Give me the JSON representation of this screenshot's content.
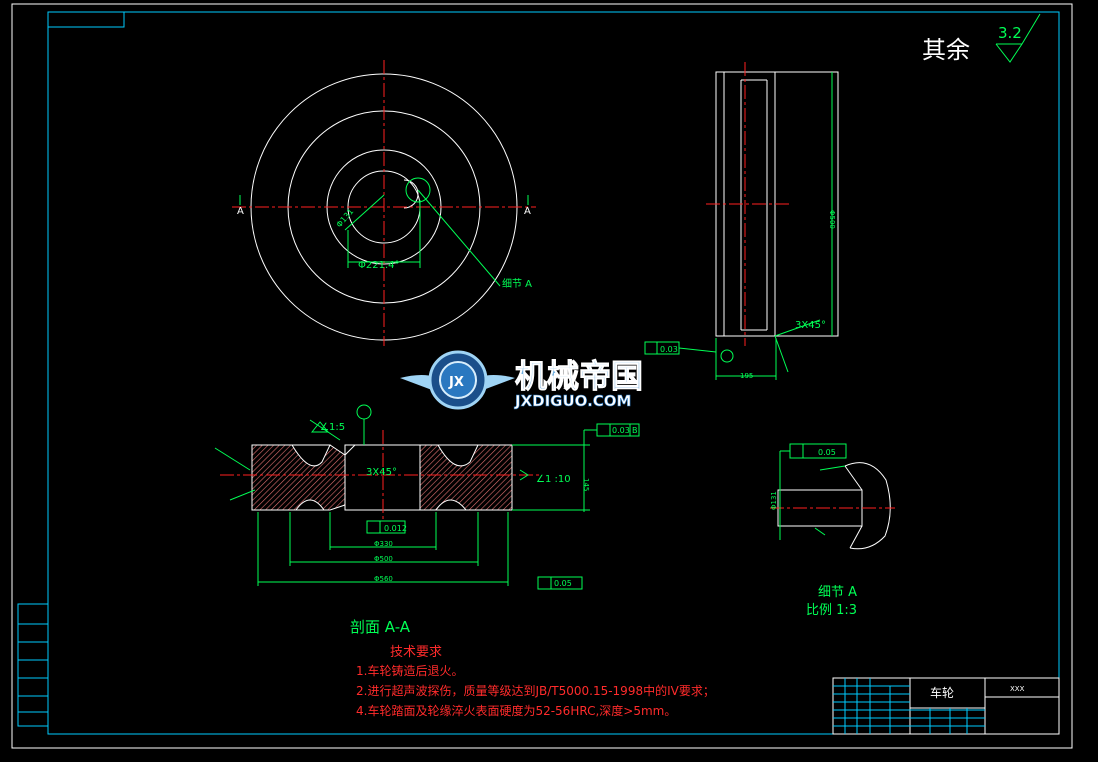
{
  "drawing": {
    "roughness_note": "其余",
    "roughness_value": "3.2",
    "section_label": "剖面 A-A",
    "detail_label": "细节 A",
    "detail_scale": "比例 1:3",
    "detail_callout": "细节 A",
    "section_mark_left": "A",
    "section_mark_right": "A",
    "datum_letter": "B",
    "dims": {
      "top_keyway": "Φ221.4°",
      "top_bore": "Φ131",
      "side_height": "Φ500",
      "side_width": "195",
      "side_chamfer": "3X45°",
      "side_tol": "0.03",
      "sec_slope_left": "∠1:5",
      "sec_slope_right": "∠1 :10",
      "sec_chamfer": "3X45°",
      "sec_tol_mid": "0.012",
      "sec_tol_top": "0.03",
      "sec_tol_bottom": "0.05",
      "sec_b1": "Φ330",
      "sec_b2": "Φ500",
      "sec_b3": "Φ560",
      "sec_h": "145",
      "det_tol": "0.05",
      "det_dim": "Φ131"
    }
  },
  "tech_requirements": {
    "title": "技术要求",
    "items": [
      "1.车轮铸造后退火。",
      "2.进行超声波探伤，质量等级达到JB/T5000.15-1998中的IV要求；",
      "4.车轮踏面及轮缘淬火表面硬度为52-56HRC,深度>5mm。"
    ]
  },
  "title_block": {
    "part_name": "车轮",
    "drawing_no": "XXX"
  },
  "watermark": {
    "cn": "机械帝国",
    "en": "JXDIGUO.COM",
    "badge": "JX"
  },
  "colors": {
    "background": "#000000",
    "outline": "#ffffff",
    "centerline": "#ff2020",
    "dimension": "#00ff55",
    "frame": "#00ccff",
    "hatch": "#e07070",
    "note": "#ff2b2b",
    "watermark": "#4aa8e0"
  }
}
